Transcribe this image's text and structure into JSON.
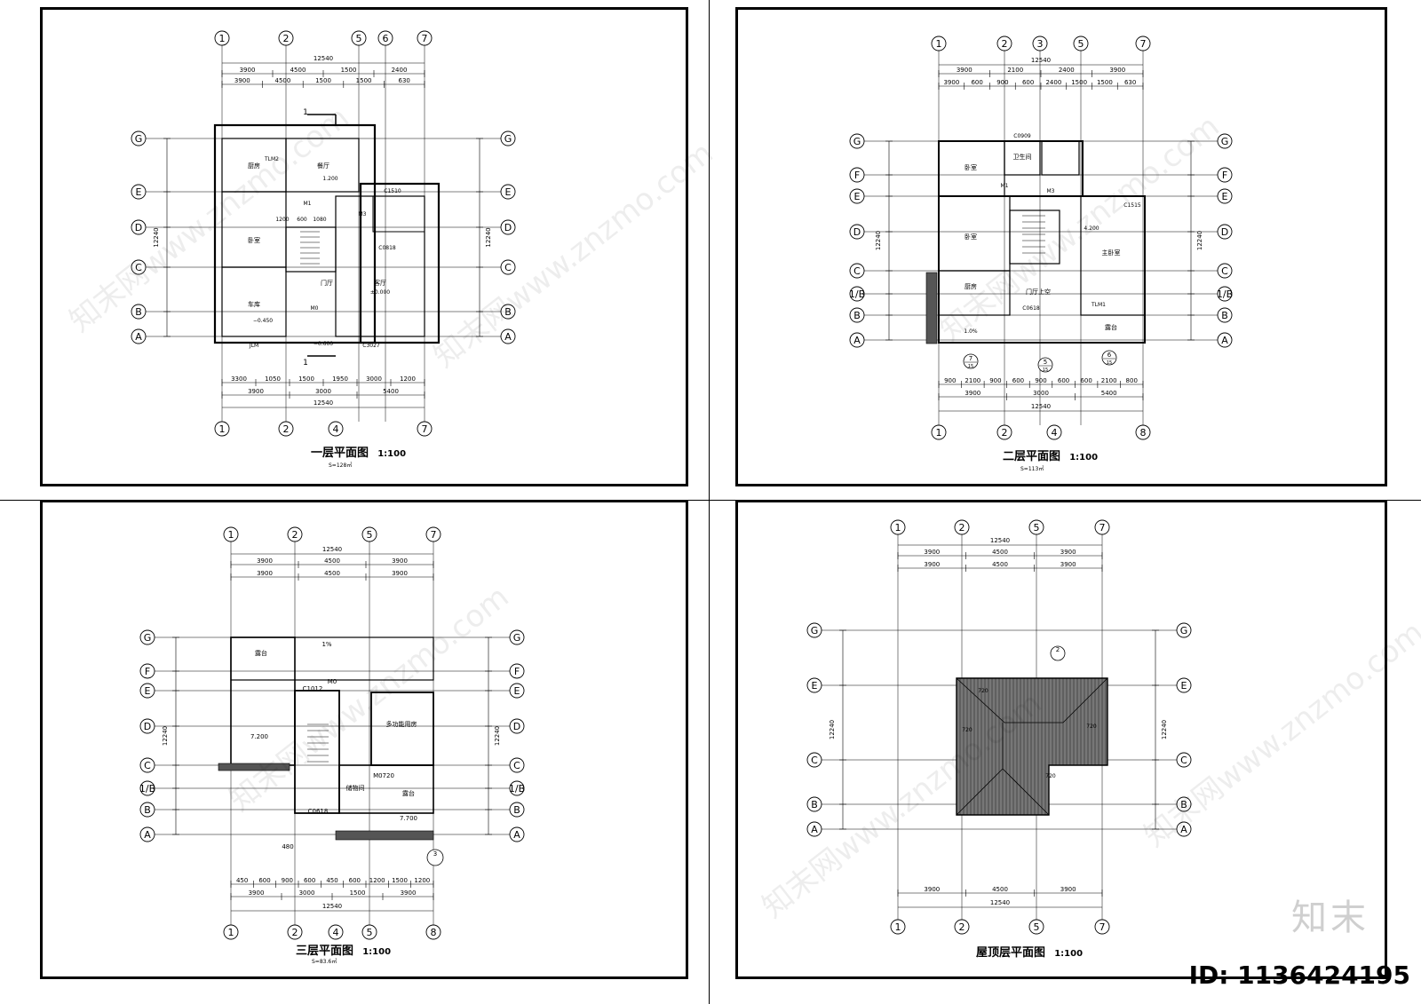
{
  "plans": [
    {
      "title": "一层平面图",
      "scale": "1:100",
      "area_note": "S=128㎡",
      "top_axes": [
        "1",
        "2",
        "5",
        "6",
        "7"
      ],
      "bottom_axes": [
        "1",
        "2",
        "4",
        "7"
      ],
      "left_axes": [
        "G",
        "E",
        "D",
        "C",
        "B",
        "A"
      ],
      "overall_dim": "12540",
      "top_dims_row1": [
        "3900",
        "4500",
        "1500",
        "2400"
      ],
      "top_dims_row2": [
        "3900",
        "4500",
        "1500",
        "1500",
        "630"
      ],
      "bottom_dims_row1": [
        "3300",
        "1050",
        "1500",
        "1950",
        "3000",
        "1200"
      ],
      "bottom_dims_row2": [
        "3900",
        "3000",
        "5400"
      ],
      "side_total": "12240",
      "rooms": [
        "厨房",
        "餐厅",
        "卧室",
        "门厅",
        "客厅",
        "车库"
      ],
      "labels": [
        "TLM2",
        "1.200",
        "C1510",
        "C0818",
        "M3",
        "M1",
        "±0.000",
        "M0",
        "−0.450",
        "−0.600",
        "JLM",
        "C3027",
        "1200",
        "600",
        "1080"
      ]
    },
    {
      "title": "二层平面图",
      "scale": "1:100",
      "area_note": "S=113㎡",
      "top_axes": [
        "1",
        "2",
        "3",
        "5",
        "7"
      ],
      "bottom_axes": [
        "1",
        "2",
        "4",
        "8"
      ],
      "left_axes": [
        "G",
        "F",
        "E",
        "D",
        "C",
        "1/B",
        "B",
        "A"
      ],
      "overall_dim": "12540",
      "top_dims_row1": [
        "3900",
        "2100",
        "2400",
        "3900"
      ],
      "top_dims_row2": [
        "3900",
        "600",
        "900",
        "600",
        "2400",
        "1500",
        "1500",
        "630"
      ],
      "bottom_dims_row1": [
        "900",
        "2100",
        "900",
        "600",
        "900",
        "600",
        "600",
        "2100",
        "800"
      ],
      "bottom_dims_row2": [
        "3900",
        "3000",
        "5400"
      ],
      "side_total": "12240",
      "rooms": [
        "卧室",
        "卫生间",
        "卧室",
        "厨房",
        "门厅上空",
        "主卧室",
        "露台"
      ],
      "labels": [
        "C0909",
        "C1515",
        "C0618",
        "TLM1",
        "4.200",
        "1.0%",
        "M3",
        "M1"
      ]
    },
    {
      "title": "三层平面图",
      "scale": "1:100",
      "area_note": "S=83.6㎡",
      "top_axes": [
        "1",
        "2",
        "5",
        "7"
      ],
      "bottom_axes": [
        "1",
        "2",
        "4",
        "5",
        "8"
      ],
      "left_axes": [
        "G",
        "F",
        "E",
        "D",
        "C",
        "1/B",
        "B",
        "A"
      ],
      "overall_dim": "12540",
      "top_dims_row1": [
        "3900",
        "4500",
        "3900"
      ],
      "top_dims_row2": [
        "3900",
        "4500",
        "3900"
      ],
      "bottom_dims_row1": [
        "450",
        "600",
        "900",
        "600",
        "450",
        "600",
        "1200",
        "1500",
        "1200"
      ],
      "bottom_dims_row2": [
        "3900",
        "3000",
        "1500",
        "3900"
      ],
      "side_total": "12240",
      "rooms": [
        "露台",
        "多功能用房",
        "储物间",
        "露台"
      ],
      "labels": [
        "C1012",
        "M0",
        "7.200",
        "7.700",
        "C0618",
        "M0720",
        "1%",
        "480"
      ]
    },
    {
      "title": "屋顶层平面图",
      "scale": "1:100",
      "top_axes": [
        "1",
        "2",
        "5",
        "7"
      ],
      "bottom_axes": [
        "1",
        "2",
        "5",
        "7"
      ],
      "left_axes": [
        "G",
        "E",
        "C",
        "B",
        "A"
      ],
      "overall_dim": "12540",
      "top_dims_row1": [
        "3900",
        "4500",
        "3900"
      ],
      "top_dims_row2": [
        "3900",
        "4500",
        "3900"
      ],
      "bottom_dims_row1": [
        "3900",
        "4500",
        "3900"
      ],
      "side_total": "12240",
      "labels": [
        "720",
        "720",
        "720",
        "720"
      ]
    }
  ],
  "brand_text": "知末",
  "id_text": "ID: 1136424195",
  "watermark_text": "知末网www.znzmo.com"
}
